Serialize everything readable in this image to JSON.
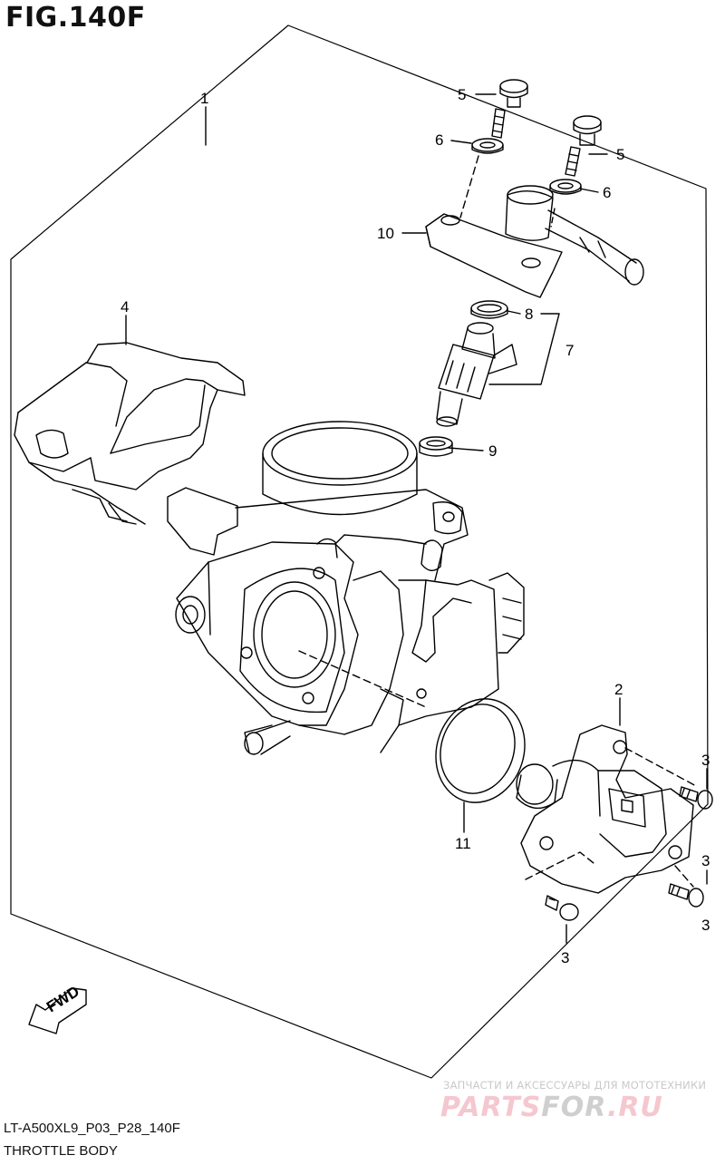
{
  "figure": {
    "title": "FIG.140F",
    "code": "LT-A500XL9_P03_P28_140F",
    "name": "THROTTLE BODY"
  },
  "callouts": {
    "c1": "1",
    "c2": "2",
    "c3a": "3",
    "c3b": "3",
    "c3c": "3",
    "c3d": "3",
    "c4": "4",
    "c5a": "5",
    "c5b": "5",
    "c6a": "6",
    "c6b": "6",
    "c7": "7",
    "c8": "8",
    "c9": "9",
    "c10": "10",
    "c11": "11"
  },
  "fwd_label": "FWD",
  "watermark": {
    "tagline": "ЗАПЧАСТИ И АКСЕССУАРЫ ДЛЯ МОТОТЕХНИКИ",
    "logo_a": "PARTS",
    "logo_b": "FOR",
    "logo_c": ".RU"
  }
}
